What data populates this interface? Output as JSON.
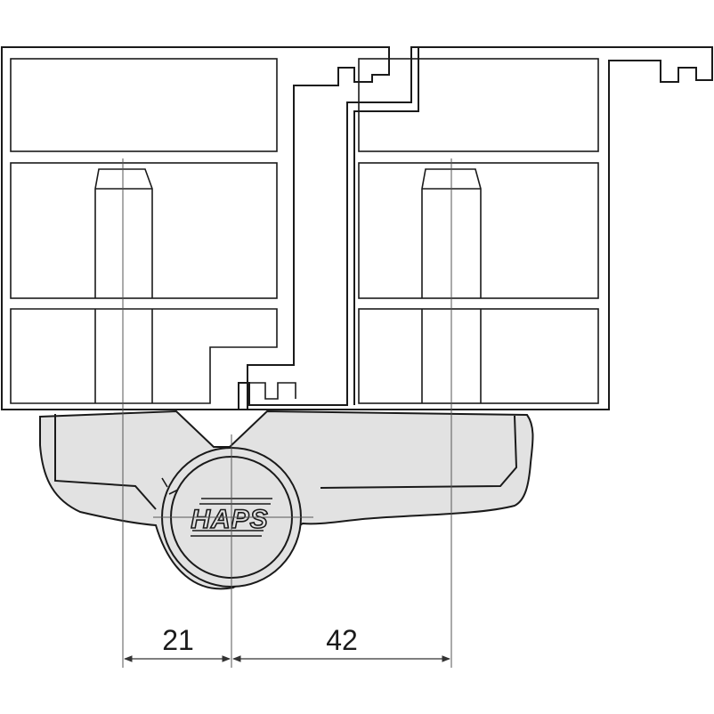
{
  "drawing": {
    "logo": {
      "text": "HAPS"
    },
    "dimensions": [
      {
        "id": "dim-left",
        "value": "21"
      },
      {
        "id": "dim-right",
        "value": "42"
      }
    ],
    "colors": {
      "line": "#1a1a1a",
      "hinge_fill": "#e2e2e2",
      "background": "#ffffff"
    }
  }
}
